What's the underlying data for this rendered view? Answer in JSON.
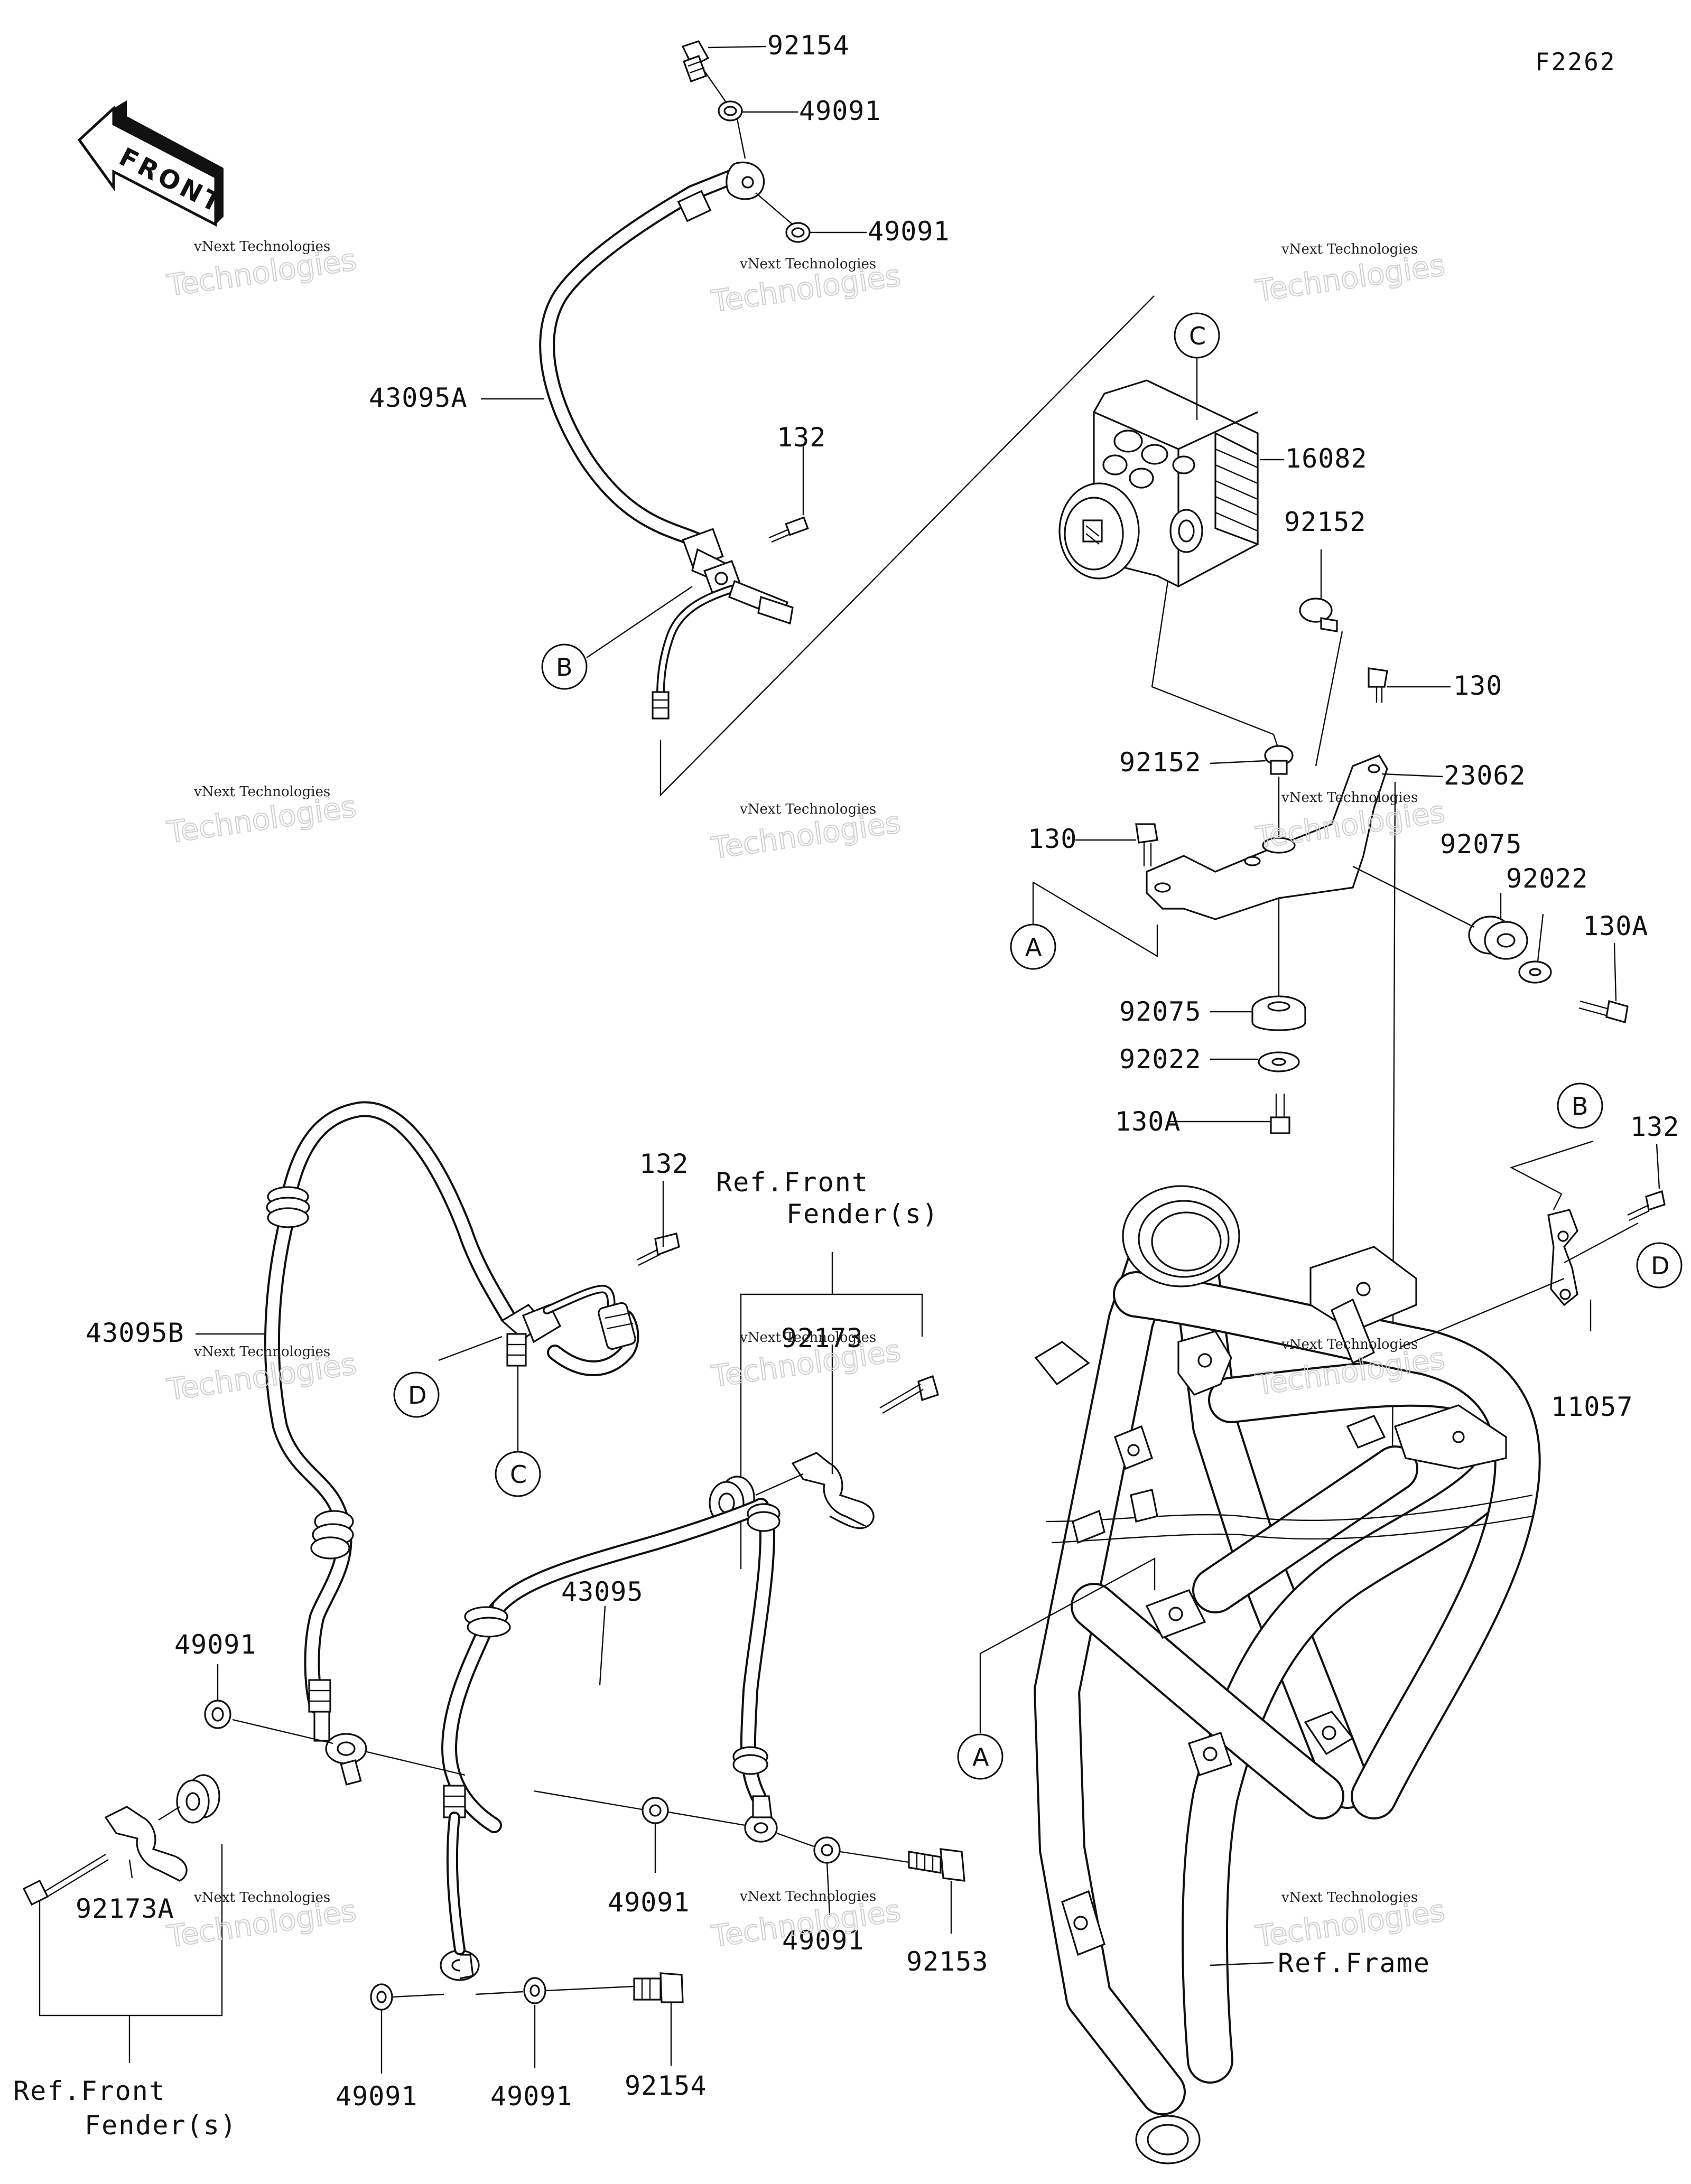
{
  "figure_code": "F2262",
  "front_label": "FRONT",
  "watermark": {
    "line1": "vNext Technologies",
    "line2": "Technologies"
  },
  "parts": {
    "p92154_top": "92154",
    "p49091_a": "49091",
    "p49091_b": "49091",
    "p43095A": "43095A",
    "p132_a": "132",
    "p16082": "16082",
    "p92152_a": "92152",
    "p130_a": "130",
    "p92152_b": "92152",
    "p23062": "23062",
    "p130_b": "130",
    "p92075_a": "92075",
    "p92022_a": "92022",
    "p130A_a": "130A",
    "p92075_b": "92075",
    "p92022_b": "92022",
    "p130A_b": "130A",
    "p132_b": "132",
    "p43095B": "43095B",
    "p92173": "92173",
    "p132_c": "132",
    "p11057": "11057",
    "p49091_c": "49091",
    "p43095": "43095",
    "p49091_d": "49091",
    "p49091_e": "49091",
    "p92153": "92153",
    "p92173A": "92173A",
    "p49091_f": "49091",
    "p49091_g": "49091",
    "p92154_bot": "92154"
  },
  "callouts": {
    "A": "A",
    "B": "B",
    "C": "C",
    "D": "D"
  },
  "refs": {
    "front_fender_top_l1": "Ref.Front",
    "front_fender_top_l2": "Fender(s)",
    "front_fender_bot_l1": "Ref.Front",
    "front_fender_bot_l2": "Fender(s)",
    "frame": "Ref.Frame"
  }
}
